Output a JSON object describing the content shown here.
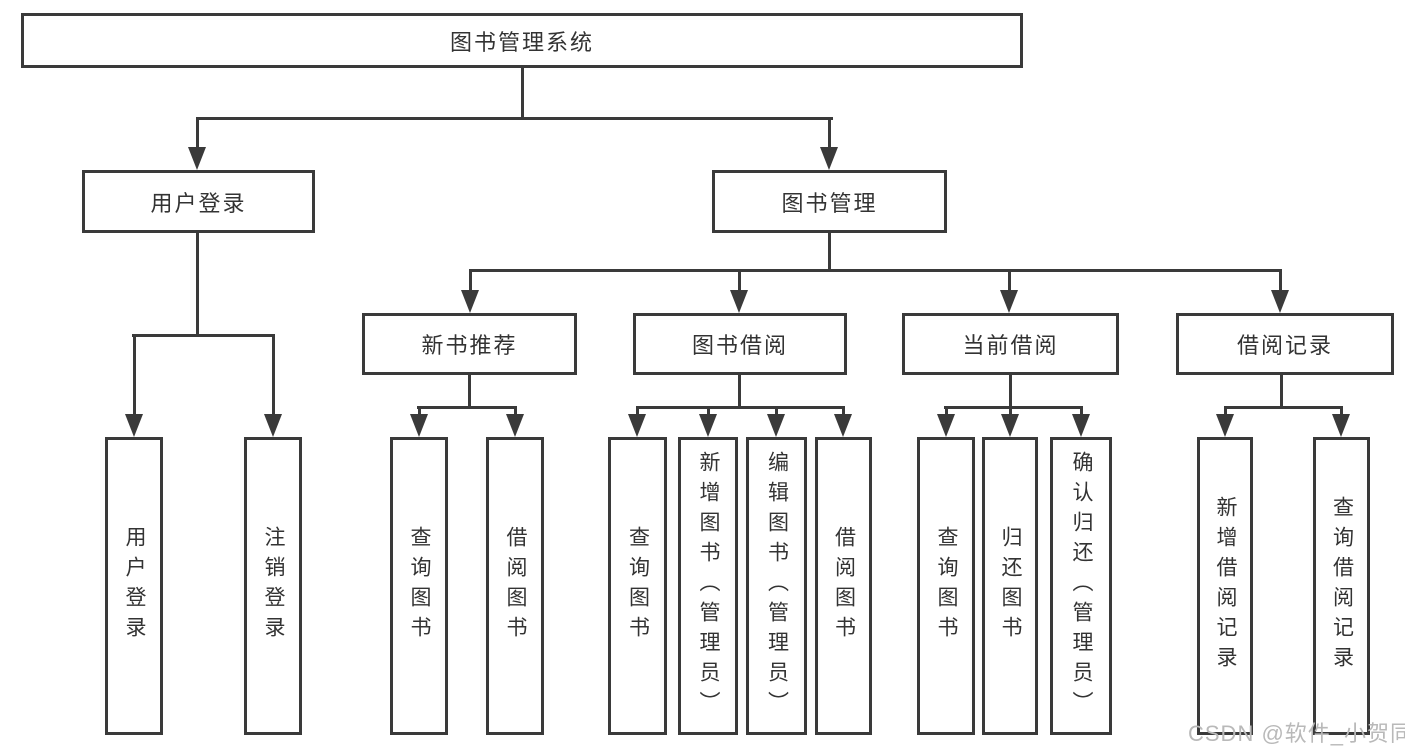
{
  "diagram_title": "图书管理系统",
  "nodes": {
    "root": "图书管理系统",
    "level2": [
      "用户登录",
      "图书管理"
    ],
    "level3": [
      "新书推荐",
      "图书借阅",
      "当前借阅",
      "借阅记录"
    ],
    "leaves_login": [
      "用户登录",
      "注销登录"
    ],
    "leaves_newbook": [
      "查询图书",
      "借阅图书"
    ],
    "leaves_borrow": [
      "查询图书",
      "新增图书（管理员）",
      "编辑图书（管理员）",
      "借阅图书"
    ],
    "leaves_current": [
      "查询图书",
      "归还图书",
      "确认归还（管理员）"
    ],
    "leaves_records": [
      "新增借阅记录",
      "查询借阅记录"
    ]
  },
  "watermark": "CSDN @软件_小贺同学",
  "colors": {
    "line": "#3a3a3a",
    "text": "#333333",
    "watermark": "#b9b9b9",
    "background": "#ffffff"
  }
}
